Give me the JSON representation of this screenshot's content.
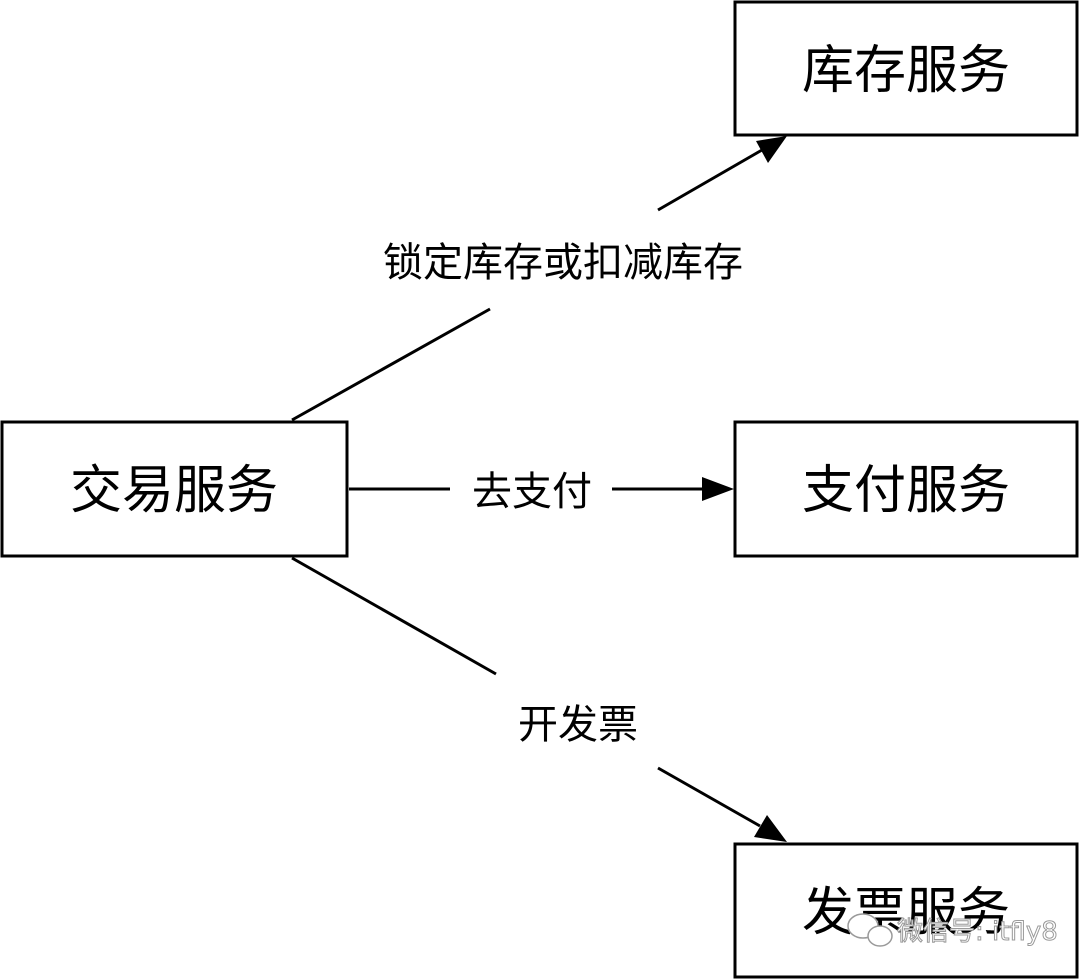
{
  "nodes": {
    "trade": {
      "label": "交易服务"
    },
    "inventory": {
      "label": "库存服务"
    },
    "payment": {
      "label": "支付服务"
    },
    "invoice": {
      "label": "发票服务"
    }
  },
  "edges": {
    "to_inventory": {
      "label": "锁定库存或扣减库存"
    },
    "to_payment": {
      "label": "去支付"
    },
    "to_invoice": {
      "label": "开发票"
    }
  },
  "watermark": {
    "text": "微信号: itfly8"
  }
}
